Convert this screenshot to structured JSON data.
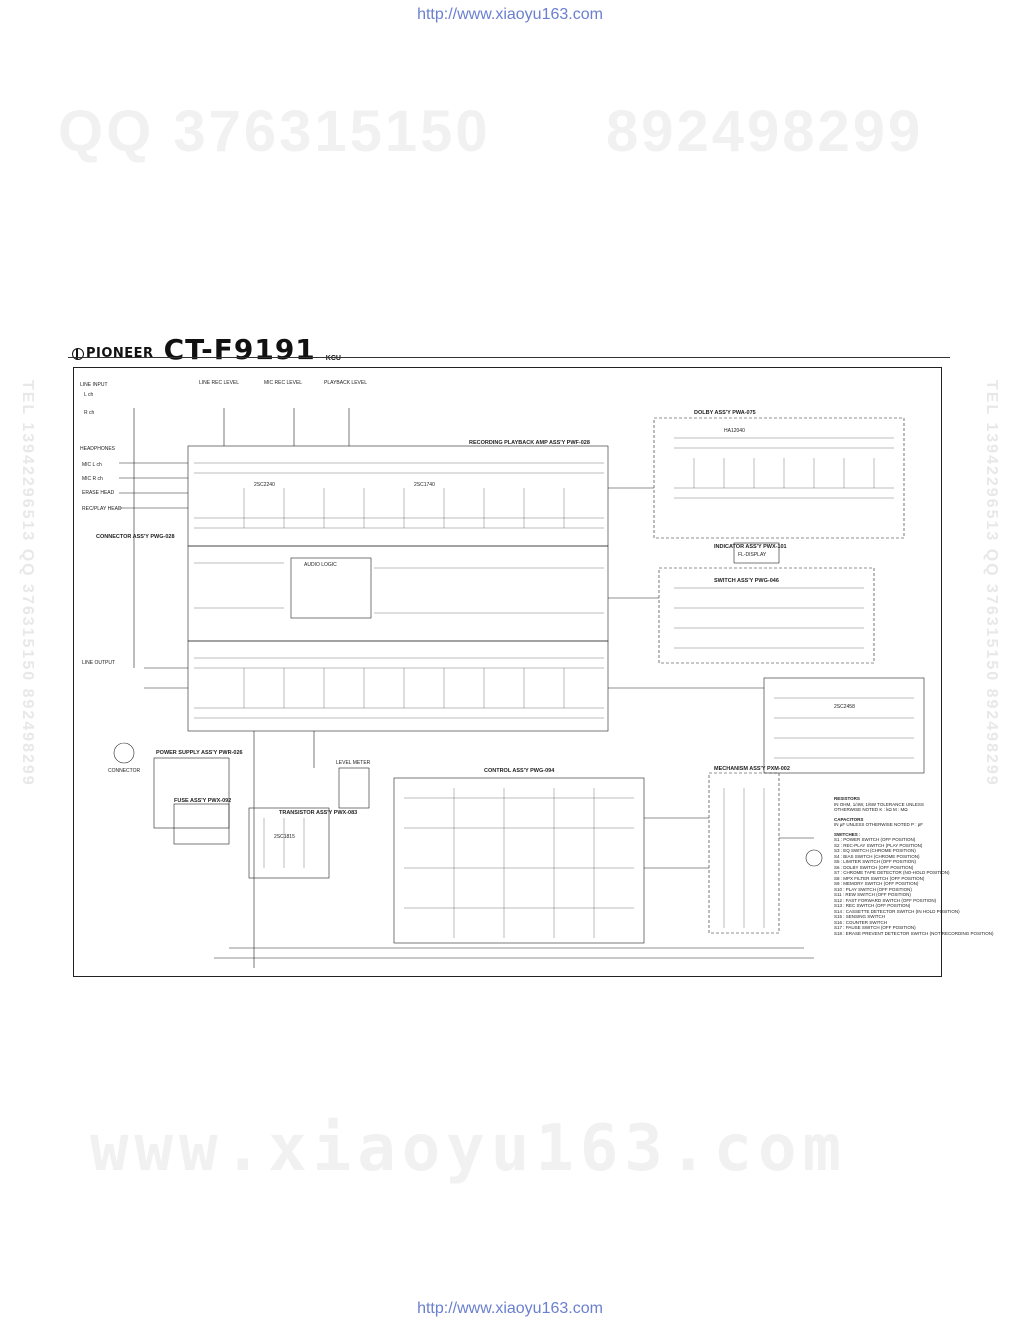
{
  "header_url": "http://www.xiaoyu163.com",
  "footer_url": "http://www.xiaoyu163.com",
  "watermarks": {
    "qq_left": "QQ 376315150",
    "qq_right": "892498299",
    "site": "www.xiaoyu163.com",
    "tel_side": "TEL 13942296513 QQ 376315150 892498299"
  },
  "brand": {
    "logo": "PIONEER",
    "model": "CT-F9191",
    "variant": "KCU"
  },
  "diagram": {
    "inputs": {
      "line_input": "LINE INPUT",
      "l_ch": "L ch",
      "r_ch": "R ch",
      "headphones": "HEADPHONES",
      "mic_l": "MIC L ch",
      "mic_r": "MIC R ch",
      "erase_head": "ERASE HEAD",
      "rec_play_head": "REC/PLAY HEAD",
      "line_output": "LINE OUTPUT",
      "connector": "CONNECTOR"
    },
    "levels": {
      "line_rec_level": "LINE REC LEVEL",
      "mic_rec_level": "MIC REC LEVEL",
      "playback_level": "PLAYBACK LEVEL"
    },
    "blocks": {
      "dolby": "DOLBY ASS'Y PWA-075",
      "rec_play_amp": "RECORDING PLAYBACK AMP ASS'Y PWF-028",
      "connector": "CONNECTOR ASS'Y PWG-028",
      "indicator": "INDICATOR ASS'Y PWX-101",
      "switch": "SWITCH ASS'Y PWG-046",
      "power_supply": "POWER SUPPLY ASS'Y PWR-026",
      "fuse": "FUSE ASS'Y PWX-092",
      "transistor": "TRANSISTOR ASS'Y PWX-083",
      "control": "CONTROL ASS'Y PWG-094",
      "mechanism": "MECHANISM ASS'Y PXM-002",
      "level_meter": "LEVEL METER",
      "audio_logic": "AUDIO LOGIC"
    },
    "parts": {
      "ic_dolby": "HA12040",
      "ic_q1": "2SC2240",
      "ic_q2": "2SC1740",
      "ic_q3": "2SC2458",
      "ic_q4": "2SC1815",
      "display": "FL-DISPLAY"
    },
    "notes": {
      "resistors_title": "RESISTORS",
      "resistors_1": "IN OHM, 1/4W, 1/6W TOLERANCE UNLESS",
      "resistors_2": "OTHERWISE NOTED  K : kΩ  M : MΩ",
      "capacitors_title": "CAPACITORS",
      "capacitors_1": "IN µF UNLESS OTHERWISE NOTED  P : pF",
      "switches_title": "SWITCHES :",
      "switches": [
        "S1 : POWER SWITCH (OFF POSITION)",
        "S2 : REC-PLAY SWITCH (PLAY POSITION)",
        "S3 : EQ SWITCH (CHROME POSITION)",
        "S4 : BIAS SWITCH (CHROME POSITION)",
        "S5 : LIMITER SWITCH (OFF POSITION)",
        "S6 : DOLBY SWITCH (OFF POSITION)",
        "S7 : CHROME TAPE DETECTOR (NO-HOLD POSITION)",
        "S8 : MPX FILTER SWITCH (OFF POSITION)",
        "S9 : MEMORY SWITCH (OFF POSITION)",
        "S10 : PLAY SWITCH (OFF POSITION)",
        "S11 : REW SWITCH (OFF POSITION)",
        "S12 : FAST FORWARD SWITCH (OFF POSITION)",
        "S13 : REC SWITCH (OFF POSITION)",
        "S14 : CASSETTE DETECTOR SWITCH (IN HOLD POSITION)",
        "S15 : SENSING SWITCH",
        "S16 : COUNTER SWITCH",
        "S17 : PAUSE SWITCH (OFF POSITION)",
        "S18 : ERASE PREVENT DETECTOR SWITCH (NOT RECORDING POSITION)"
      ]
    }
  }
}
